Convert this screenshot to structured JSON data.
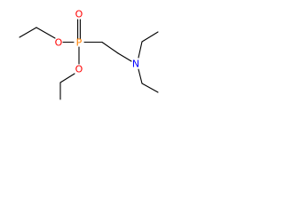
{
  "molecule": {
    "atoms": {
      "phosphorus": {
        "symbol": "P",
        "color": "#ff8000"
      },
      "oxygen_double": {
        "symbol": "O",
        "color": "#ff0000"
      },
      "oxygen_left": {
        "symbol": "O",
        "color": "#ff0000"
      },
      "oxygen_lower": {
        "symbol": "O",
        "color": "#ff0000"
      },
      "nitrogen": {
        "symbol": "N",
        "color": "#0000ff"
      }
    },
    "bond_color": "#000000"
  }
}
